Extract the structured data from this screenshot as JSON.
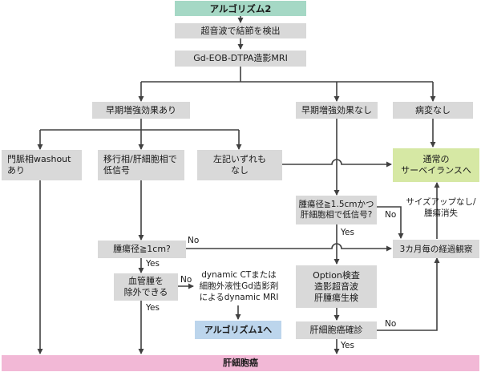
{
  "title": "アルゴリズム2",
  "nodes": {
    "detect": "超音波で結節を検出",
    "mri": "Gd-EOB-DTPA造影MRI",
    "early_yes": "早期増強効果あり",
    "early_no": "早期増強効果なし",
    "no_lesion": "病変なし",
    "washout": [
      "門脈相washout",
      "あり"
    ],
    "transition": [
      "移行相/肝細胞相で",
      "低信号"
    ],
    "neither": [
      "左記いずれも",
      "なし"
    ],
    "surveillance": [
      "通常の",
      "サーベイランスへ"
    ],
    "size_check": [
      "腫瘍径≧1.5cmかつ",
      "肝細胞相で低信号?"
    ],
    "size_or_lost": [
      "サイズアップなし/",
      "腫瘍消失"
    ],
    "monthly": "3カ月毎の経過観察",
    "tumor_1cm": "腫瘍径≧1cm?",
    "hemangioma": [
      "血管腫を",
      "除外できる"
    ],
    "dynamic": [
      "dynamic CTまたは",
      "細胞外液性Gd造影剤",
      "によるdynamic MRI"
    ],
    "algo1": "アルゴリズム1へ",
    "option": [
      "Option検査",
      "造影超音波",
      "肝腫瘍生検"
    ],
    "hcc_confirm": "肝細胞癌確診",
    "hcc": "肝細胞癌"
  },
  "edge_labels": {
    "no": "No",
    "yes": "Yes"
  },
  "colors": {
    "title_fill": "#a5d8c5",
    "default_fill": "#d9d9d9",
    "surveillance_fill": "#d6e8a4",
    "algo1_fill": "#bcd5ec",
    "hcc_fill": "#f2b8d6",
    "line": "#404040"
  }
}
